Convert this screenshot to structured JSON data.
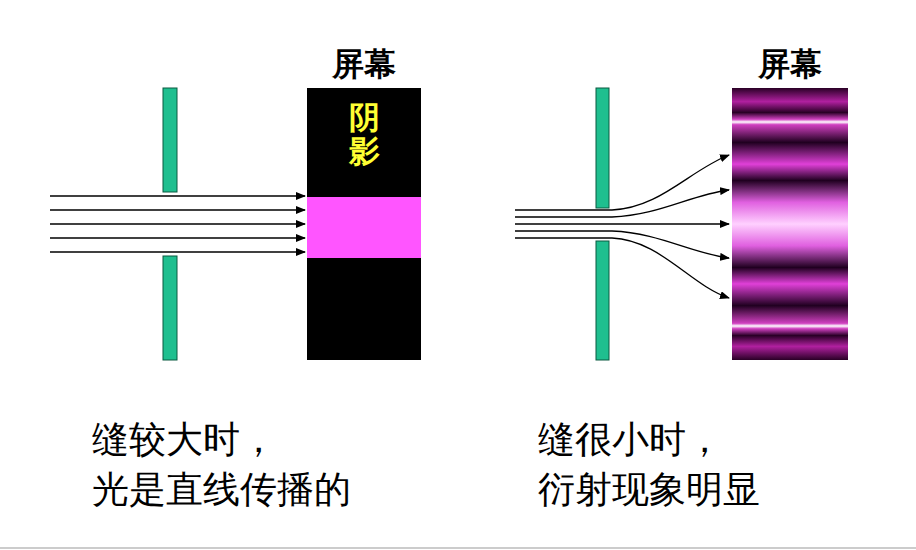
{
  "diagram": {
    "nodes": [
      {
        "text": [
          "屏幕",
          "阴影"
        ]
      },
      {
        "text": [
          "屏幕"
        ]
      }
    ],
    "labels": [
      "缝较大时，",
      "光是直线传播的",
      "缝很小时，",
      "衍射现象明显"
    ]
  }
}
